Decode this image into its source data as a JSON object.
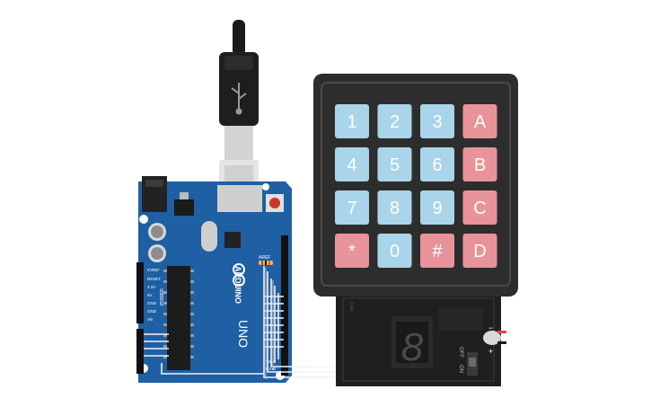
{
  "keypad": {
    "keys": [
      "1",
      "2",
      "3",
      "A",
      "4",
      "5",
      "6",
      "B",
      "7",
      "8",
      "9",
      "C",
      "*",
      "0",
      "#",
      "D"
    ],
    "colors": {
      "number": "#a9d4ea",
      "letter": "#e8939a",
      "frame": "#2d2d2d",
      "text": "#ffffff"
    }
  },
  "arduino": {
    "brand": "ARDUINO",
    "model": "UNO",
    "header_labels": [
      "IOREF",
      "RESET",
      "3.3V",
      "5V",
      "GND",
      "GND",
      "Vin"
    ],
    "power_label": "POWER",
    "aref_label": "AREF",
    "tx_label": "TX▸1",
    "rx_label": "RX◂0",
    "board_color": "#1f5fa3"
  },
  "battery_box": {
    "label": "2 AA",
    "switch_off": "OFF",
    "switch_on": "ON",
    "minus": "−",
    "plus": "+"
  },
  "seven_segment": {
    "digit": "8"
  }
}
